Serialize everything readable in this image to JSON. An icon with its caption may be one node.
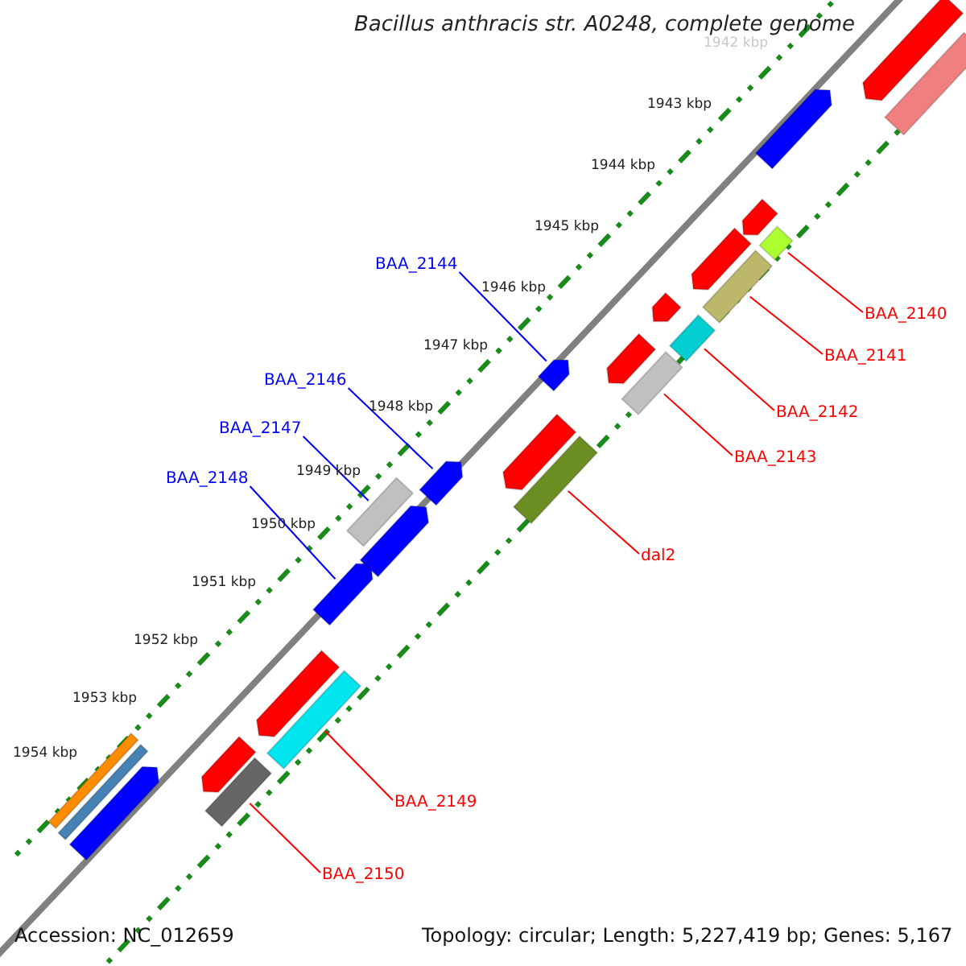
{
  "diagram": {
    "title": "Bacillus anthracis str. A0248, complete genome",
    "nodes": [
      {
        "text": [
          "BAA_2140"
        ]
      },
      {
        "text": [],
        "shape": "bar"
      },
      {
        "text": [
          "BAA_2144"
        ]
      },
      {
        "text": [],
        "shape": "bar"
      },
      {
        "text": [
          "BAA_2141"
        ]
      },
      {
        "text": [],
        "shape": "bar"
      },
      {
        "text": [
          "BAA_2146"
        ]
      },
      {
        "text": [],
        "shape": "bar"
      },
      {
        "text": [
          "BAA_2142"
        ]
      },
      {
        "text": [],
        "shape": "bar"
      },
      {
        "text": [
          "BAA_2147"
        ]
      },
      {
        "text": [],
        "shape": "bar"
      },
      {
        "text": [
          "BAA_2143"
        ]
      },
      {
        "text": [],
        "shape": "bar"
      },
      {
        "text": [
          "BAA_2148"
        ]
      },
      {
        "text": [],
        "shape": "bar"
      },
      {
        "text": [
          "dal2"
        ]
      },
      {
        "text": [],
        "shape": "bar"
      },
      {
        "text": [
          "BAA_2149"
        ]
      },
      {
        "text": [],
        "shape": "bar"
      },
      {
        "text": [
          "BAA_2150"
        ]
      },
      {
        "text": [],
        "shape": "bar"
      },
      {
        "text": [],
        "shape": "bar"
      },
      {
        "text": [],
        "shape": "bar"
      },
      {
        "text": [],
        "shape": "bar"
      },
      {
        "text": [],
        "shape": "bar"
      },
      {
        "text": [],
        "shape": "bar"
      },
      {
        "text": [],
        "shape": "bar"
      },
      {
        "text": [],
        "shape": "bar"
      },
      {
        "text": [],
        "shape": "bar"
      },
      {
        "text": [],
        "shape": "bar"
      },
      {
        "text": [],
        "shape": "bar"
      },
      {
        "text": [],
        "shape": "bar"
      },
      {
        "text": [],
        "shape": "bar"
      },
      {
        "text": [],
        "shape": "bar"
      },
      {
        "text": [],
        "shape": "bar"
      }
    ],
    "edges": [
      {
        "from": 0,
        "to": 1,
        "arrow": "none"
      },
      {
        "from": 2,
        "to": 3,
        "arrow": "none",
        "color": "#0000ff"
      },
      {
        "from": 4,
        "to": 5,
        "arrow": "none"
      },
      {
        "from": 6,
        "to": 7,
        "arrow": "none",
        "color": "#0000ff"
      },
      {
        "from": 8,
        "to": 9,
        "arrow": "none"
      },
      {
        "from": 10,
        "to": 11,
        "arrow": "none",
        "color": "#0000ff"
      },
      {
        "from": 12,
        "to": 13,
        "arrow": "none"
      },
      {
        "from": 14,
        "to": 15,
        "arrow": "none",
        "color": "#0000ff"
      },
      {
        "from": 16,
        "to": 17,
        "arrow": "none"
      },
      {
        "from": 18,
        "to": 19,
        "arrow": "none"
      },
      {
        "from": 20,
        "to": 21,
        "arrow": "none"
      }
    ],
    "labels": [
      "1942 kbp",
      "1943 kbp",
      "1944 kbp",
      "1945 kbp",
      "1946 kbp",
      "1947 kbp",
      "1948 kbp",
      "1949 kbp",
      "1950 kbp",
      "1951 kbp",
      "1952 kbp",
      "1953 kbp",
      "1954 kbp",
      "Accession: NC_012659",
      "Topology: circular; Length: 5,227,419 bp; Genes: 5,167"
    ]
  }
}
